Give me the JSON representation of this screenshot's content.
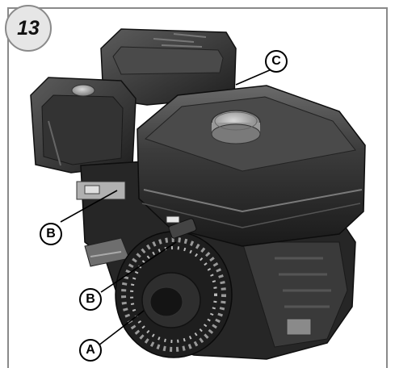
{
  "figure": {
    "number": "13"
  },
  "callouts": {
    "a": "A",
    "b_upper": "B",
    "b_lower": "B",
    "c": "C"
  },
  "colors": {
    "frame": "#8a8a8a",
    "engine_body": "#2b2b2b",
    "engine_highlight": "#5a5a5a"
  }
}
